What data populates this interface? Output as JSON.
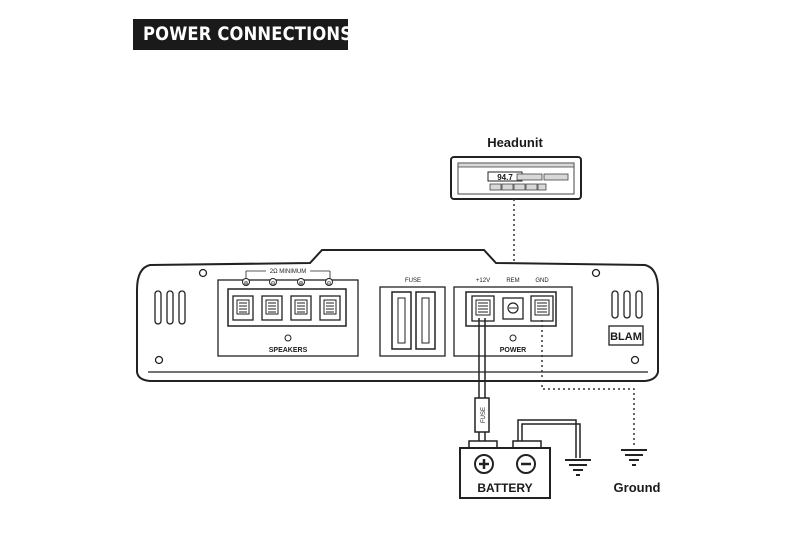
{
  "title": "POWER CONNECTIONS",
  "headunit": {
    "label": "Headunit",
    "display": "94.7"
  },
  "amplifier": {
    "speakers_label": "SPEAKERS",
    "speakers_note": "2Ω MINIMUM",
    "fuse_label": "FUSE",
    "power_label": "POWER",
    "terminal_12v": "+12V",
    "terminal_rem": "REM",
    "terminal_gnd": "GND",
    "brand": "BLAM",
    "speaker_polarity": [
      "⊕",
      "⊖",
      "⊕",
      "⊖"
    ]
  },
  "inline_fuse_label": "FUSE",
  "battery": {
    "label": "BATTERY",
    "positive_symbol": "+",
    "negative_symbol": "−"
  },
  "ground_label": "Ground"
}
